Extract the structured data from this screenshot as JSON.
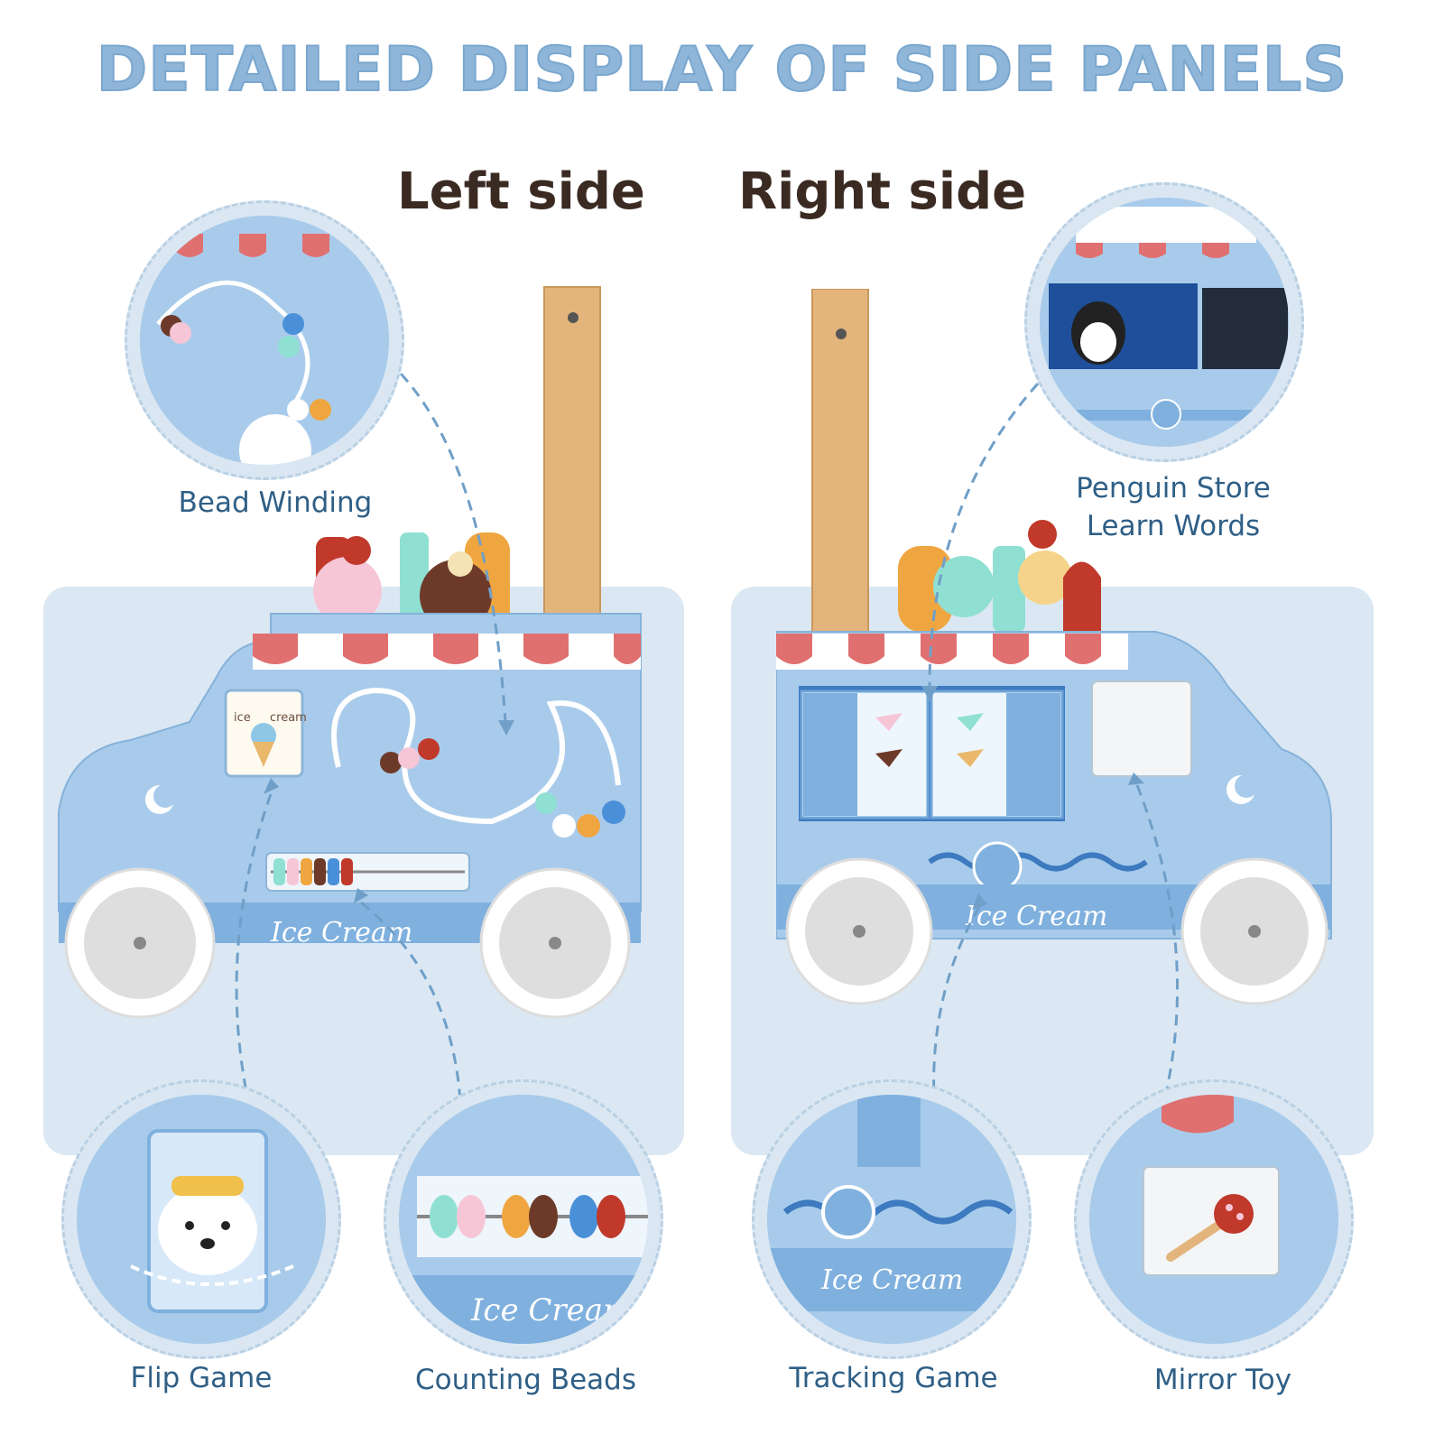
{
  "title": "DETAILED DISPLAY OF SIDE PANELS",
  "sides": {
    "left": "Left side",
    "right": "Right side"
  },
  "features": {
    "bead_winding": "Bead Winding",
    "penguin_store_line1": "Penguin Store",
    "penguin_store_line2": "Learn Words",
    "flip_game": "Flip Game",
    "counting_beads": "Counting Beads",
    "tracking_game": "Tracking Game",
    "mirror_toy": "Mirror Toy"
  },
  "truck_text": {
    "ice_cream": "Ice Cream",
    "sticker_ice": "ice",
    "sticker_cream": "cream"
  },
  "colors": {
    "title": "#8fb6d8",
    "truck_body": "#a9cbeb",
    "awning_red": "#e07070",
    "caption": "#2f5f86",
    "side_label": "#3a2a22"
  }
}
